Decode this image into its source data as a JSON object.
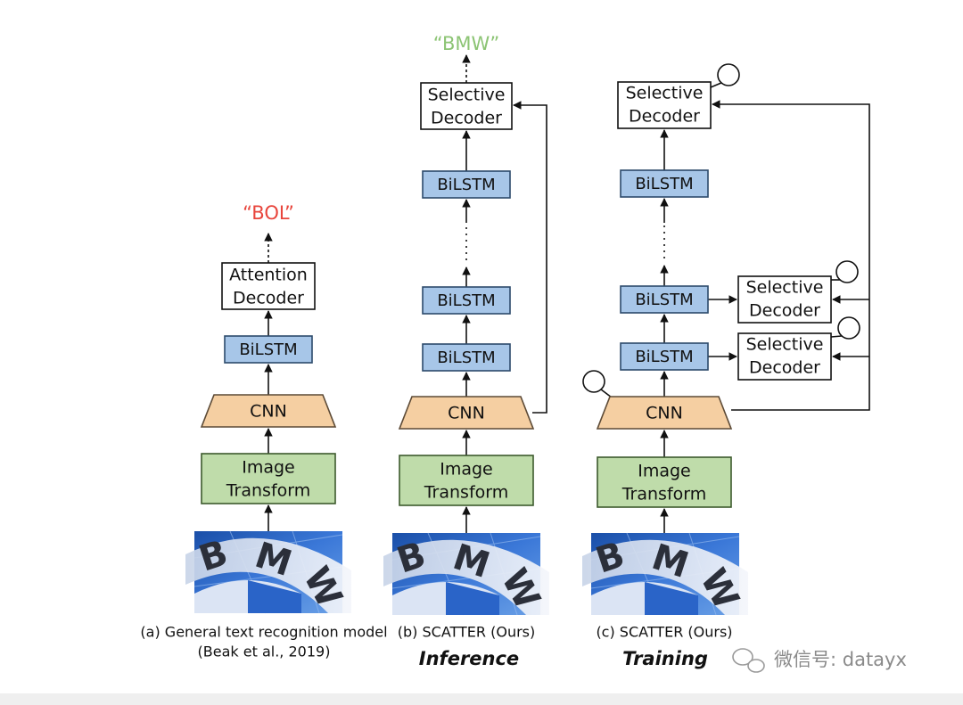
{
  "panels": [
    {
      "id": "a",
      "output": "“BOL”",
      "output_color": "#e8453c",
      "decoder": [
        "Attention",
        "Decoder"
      ],
      "bilstm": "BiLSTM",
      "cnn": "CNN",
      "transform": [
        "Image",
        "Transform"
      ],
      "caption": [
        "(a) General text recognition model",
        "(Beak et al., 2019)"
      ]
    },
    {
      "id": "b",
      "output": "“BMW”",
      "output_color": "#8cc474",
      "decoder": [
        "Selective",
        "Decoder"
      ],
      "bilstm": "BiLSTM",
      "cnn": "CNN",
      "transform": [
        "Image",
        "Transform"
      ],
      "caption": [
        "(b) SCATTER (Ours)"
      ],
      "mode": "Inference"
    },
    {
      "id": "c",
      "decoder": [
        "Selective",
        "Decoder"
      ],
      "side_decoder": [
        "Selective",
        "Decoder"
      ],
      "bilstm": "BiLSTM",
      "cnn": "CNN",
      "transform": [
        "Image",
        "Transform"
      ],
      "caption": [
        "(c) SCATTER (Ours)"
      ],
      "mode": "Training"
    }
  ],
  "input_image": {
    "letters": [
      "B",
      "M",
      "W"
    ]
  },
  "watermark": "微信号: datayx",
  "colors": {
    "bilstm_fill": "#a7c6e8",
    "bilstm_stroke": "#2c4a6b",
    "cnn_fill": "#f5cfa2",
    "cnn_stroke": "#5c4a36",
    "transform_fill": "#bfdcaa",
    "transform_stroke": "#3d5a2d",
    "line": "#111111"
  }
}
